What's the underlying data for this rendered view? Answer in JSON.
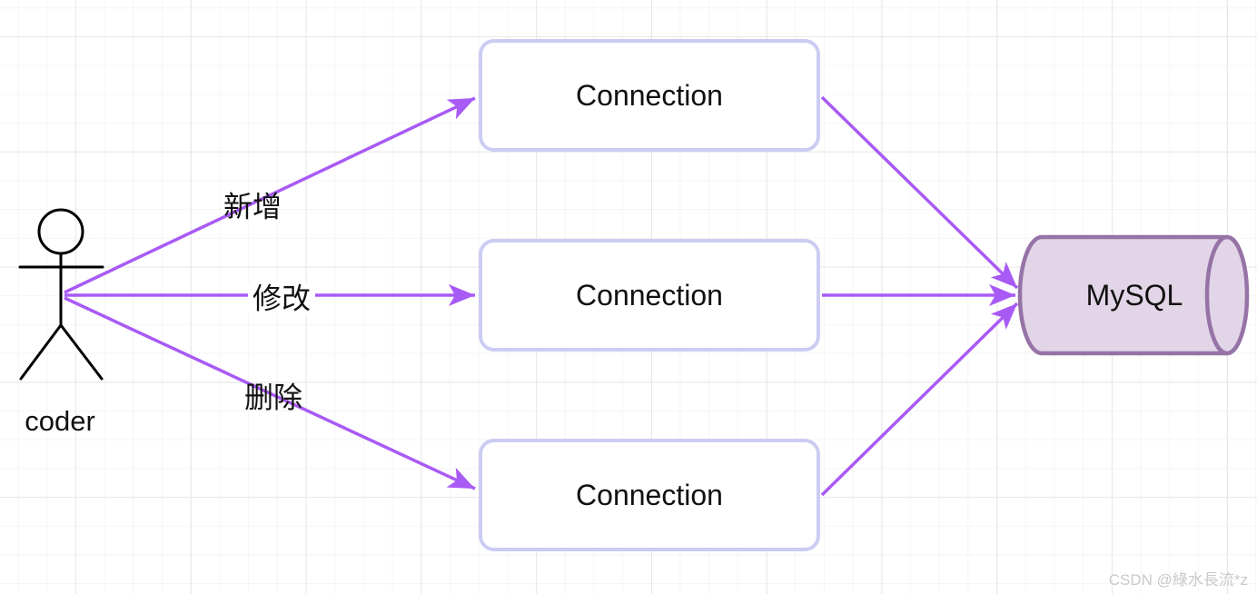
{
  "diagram": {
    "actor": {
      "label": "coder"
    },
    "edge_labels": {
      "add": "新增",
      "modify": "修改",
      "delete": "删除"
    },
    "nodes": {
      "connection1": {
        "label": "Connection"
      },
      "connection2": {
        "label": "Connection"
      },
      "connection3": {
        "label": "Connection"
      },
      "database": {
        "label": "MySQL"
      }
    },
    "colors": {
      "arrow": "#a85af5",
      "connection_border": "#ccccf3",
      "database_fill": "#e1d5e7",
      "database_stroke": "#9673a6",
      "actor_stroke": "#000000"
    },
    "watermark": "CSDN @綠水長流*z"
  }
}
